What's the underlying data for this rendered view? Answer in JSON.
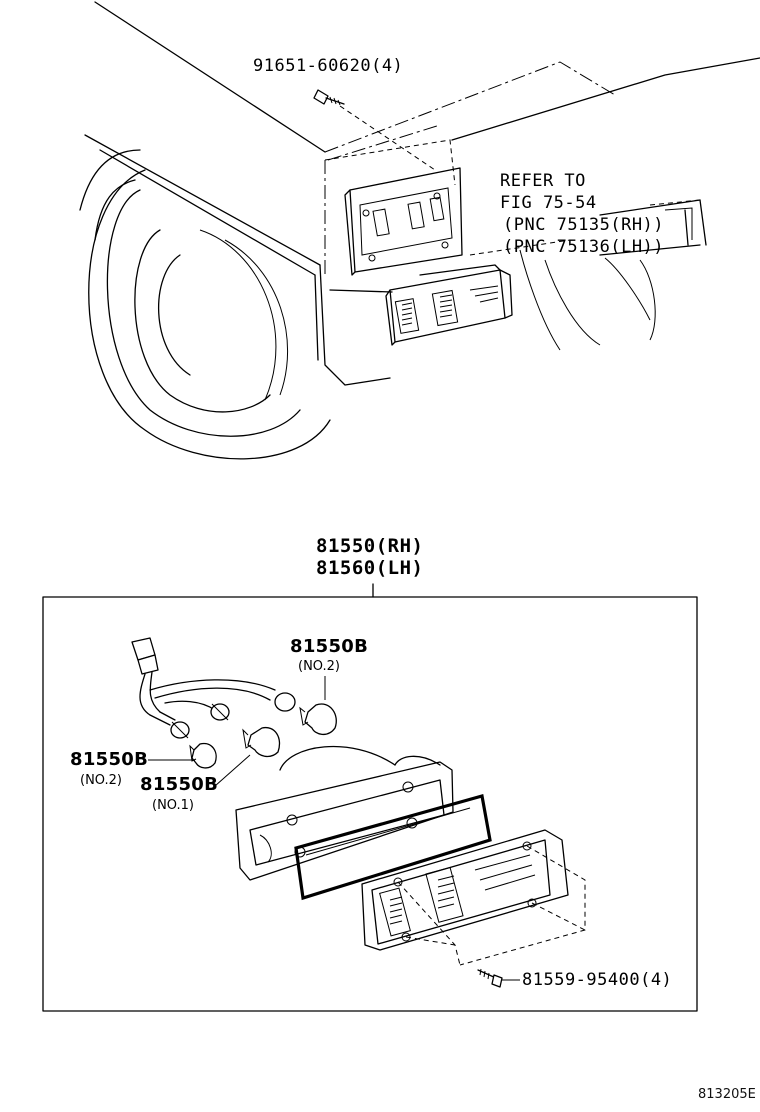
{
  "upper": {
    "bolt_label": "91651-60620(4)",
    "refer_line1": "REFER TO",
    "refer_line2": "FIG 75-54",
    "pnc_rh": "(PNC 75135(RH))",
    "pnc_lh": "(PNC 75136(LH))"
  },
  "assembly": {
    "title_rh": "81550(RH)",
    "title_lh": "81560(LH)"
  },
  "parts": {
    "bulb_top_label": "81550B",
    "bulb_top_note": "(NO.2)",
    "bulb_left_label": "81550B",
    "bulb_left_note": "(NO.2)",
    "bulb_mid_label": "81550B",
    "bulb_mid_note": "(NO.1)",
    "screw_label": "81559-95400(4)"
  },
  "figure_number": "813205E"
}
